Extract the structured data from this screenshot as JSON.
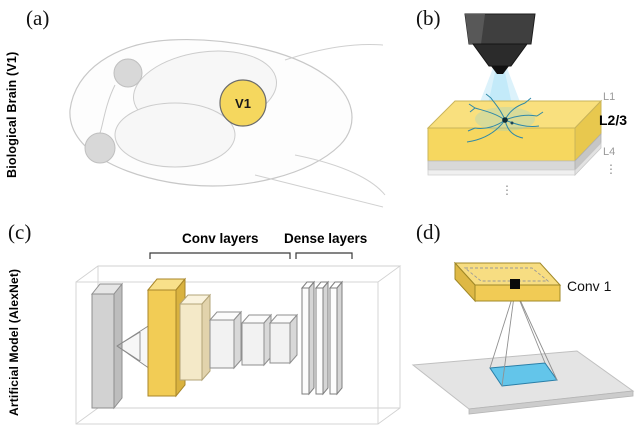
{
  "panels": {
    "a": {
      "label": "(a)",
      "side_label": "Biological Brain (V1)",
      "v1_label": "V1"
    },
    "b": {
      "label": "(b)",
      "layer_l1": "L1",
      "layer_l23": "L2/3",
      "layer_l4": "L4",
      "dots_side": "⋮",
      "dots_bottom": "⋮"
    },
    "c": {
      "label": "(c)",
      "side_label": "Artificial Model (AlexNet)",
      "conv_layers_label": "Conv layers",
      "dense_layers_label": "Dense layers"
    },
    "d": {
      "label": "(d)",
      "conv1_label": "Conv 1"
    }
  },
  "colors": {
    "highlight_yellow": "#F5D75E",
    "slab_yellow_top": "#F9E07E",
    "slab_yellow_front": "#F6D75F",
    "conv_yellow": "#F2CC55",
    "tan_layer": "#F4E9C8",
    "neuron_blue": "#2F89A8",
    "beam_blue": "rgba(130,210,240,0.30)",
    "activation_blue": "#63C5EA",
    "plane_gray": "#E4E4E4",
    "objective_dark": "#3F3F3F",
    "sketch_gray": "#C8C8C8",
    "layer_label_gray": "#9A9A9A"
  }
}
